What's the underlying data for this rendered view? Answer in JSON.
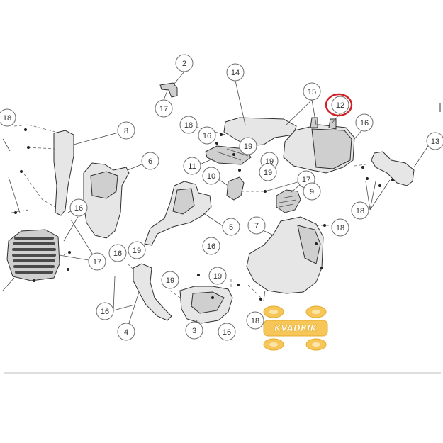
{
  "diagram": {
    "callouts": [
      "2",
      "14",
      "15",
      "12",
      "17",
      "18",
      "16",
      "19",
      "11",
      "10",
      "9",
      "13",
      "8",
      "6",
      "5",
      "7",
      "3",
      "4"
    ],
    "highlighted_callout": "12",
    "highlight_color": "#d21f26",
    "watermark": {
      "text": "KVADRIK",
      "color": "#f6c24a"
    }
  }
}
